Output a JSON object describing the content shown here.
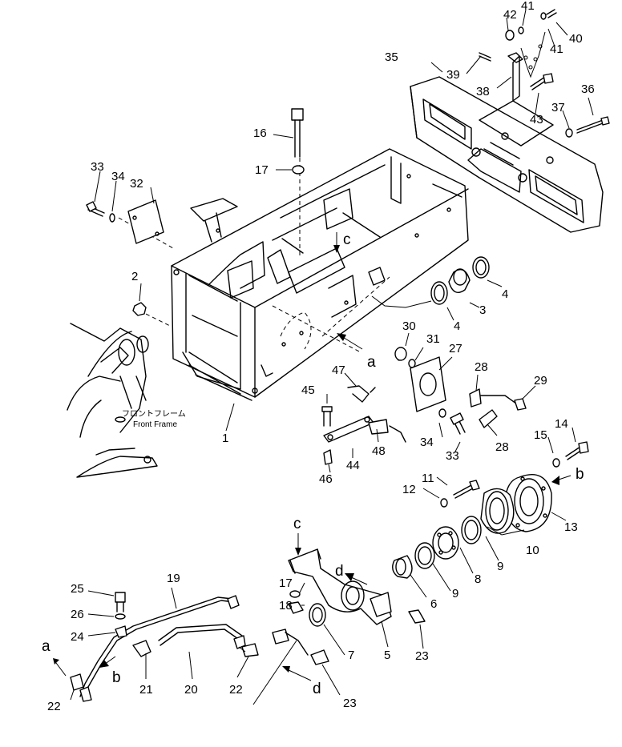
{
  "labels": {
    "p1": "1",
    "p2": "2",
    "p3": "3",
    "p4a": "4",
    "p4b": "4",
    "p5": "5",
    "p6": "6",
    "p7": "7",
    "p8": "8",
    "p9a": "9",
    "p9b": "9",
    "p10": "10",
    "p11": "11",
    "p12": "12",
    "p13": "13",
    "p14": "14",
    "p15": "15",
    "p16": "16",
    "p17a": "17",
    "p17b": "17",
    "p18": "18",
    "p19": "19",
    "p20": "20",
    "p21": "21",
    "p22a": "22",
    "p22b": "22",
    "p23a": "23",
    "p23b": "23",
    "p24": "24",
    "p25": "25",
    "p26": "26",
    "p27": "27",
    "p28a": "28",
    "p28b": "28",
    "p29": "29",
    "p30": "30",
    "p31": "31",
    "p32": "32",
    "p33a": "33",
    "p33b": "33",
    "p34a": "34",
    "p34b": "34",
    "p35": "35",
    "p36": "36",
    "p37": "37",
    "p38": "38",
    "p39": "39",
    "p40": "40",
    "p41a": "41",
    "p41b": "41",
    "p42": "42",
    "p43": "43",
    "p44": "44",
    "p45": "45",
    "p46": "46",
    "p47": "47",
    "p48": "48"
  },
  "refs": {
    "a1": "a",
    "a2": "a",
    "b1": "b",
    "b2": "b",
    "c1": "c",
    "c2": "c",
    "d1": "d",
    "d2": "d"
  },
  "front_frame": {
    "jp": "フロントフレーム",
    "en": "Front Frame"
  }
}
